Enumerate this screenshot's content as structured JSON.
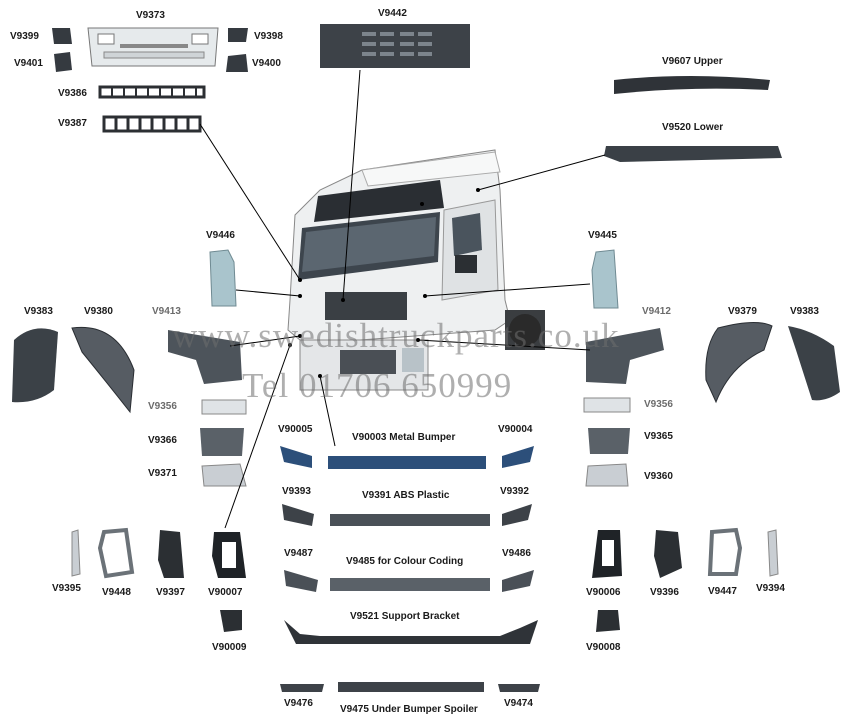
{
  "watermark": {
    "line1": "www.swedishtruckparts.co.uk",
    "line2": "Tel 01706 650999"
  },
  "labels": {
    "v9373": "V9373",
    "v9442": "V9442",
    "v9399": "V9399",
    "v9398": "V9398",
    "v9401": "V9401",
    "v9400": "V9400",
    "v9386": "V9386",
    "v9387": "V9387",
    "v9607": "V9607 Upper",
    "v9520": "V9520 Lower",
    "v9446": "V9446",
    "v9445": "V9445",
    "v9383_left": "V9383",
    "v9380": "V9380",
    "v9413": "V9413",
    "v9412": "V9412",
    "v9379": "V9379",
    "v9383_right": "V9383",
    "v9356_left": "V9356",
    "v9356_right": "V9356",
    "v9366": "V9366",
    "v9365": "V9365",
    "v9371": "V9371",
    "v9360": "V9360",
    "v90005": "V90005",
    "v90003": "V90003 Metal Bumper",
    "v90004": "V90004",
    "v9393": "V9393",
    "v9391": "V9391 ABS Plastic",
    "v9392": "V9392",
    "v9487": "V9487",
    "v9485": "V9485 for Colour Coding",
    "v9486": "V9486",
    "v9521": "V9521 Support Bracket",
    "v9395": "V9395",
    "v9448": "V9448",
    "v9397": "V9397",
    "v90007": "V90007",
    "v90006": "V90006",
    "v9396": "V9396",
    "v9447": "V9447",
    "v9394": "V9394",
    "v90009": "V90009",
    "v90008": "V90008",
    "v9476": "V9476",
    "v9475": "V9475 Under Bumper Spoiler",
    "v9474": "V9474"
  },
  "colors": {
    "part_dark": "#2f3338",
    "part_mid": "#4d545b",
    "part_light": "#c9ced3",
    "bumper_blue": "#2c4f7a",
    "cab_white": "#eef0f1",
    "lamp_teal": "#a9c4cc",
    "leader_line": "#000000"
  }
}
